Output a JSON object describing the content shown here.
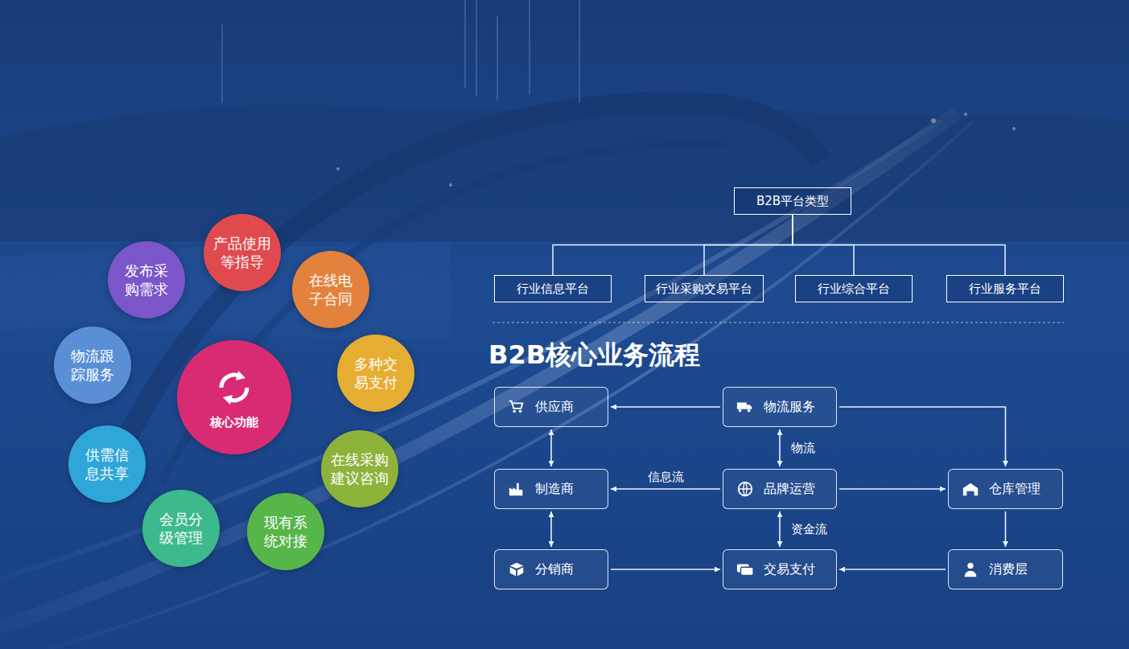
{
  "diagram": {
    "title": "B2B核心业务流程",
    "nodes": [
      {
        "text": [
          "发布采购需求"
        ]
      },
      {
        "text": [
          "产品使用等指导"
        ]
      },
      {
        "text": [
          "在线电子合同"
        ]
      },
      {
        "text": [
          "物流跟踪服务"
        ]
      },
      {
        "text": [
          "核心功能"
        ]
      },
      {
        "text": [
          "多种交易支付"
        ]
      },
      {
        "text": [
          "供需信息共享"
        ]
      },
      {
        "text": [
          "在线采购建议咨询"
        ]
      },
      {
        "text": [
          "会员分级管理"
        ]
      },
      {
        "text": [
          "现有系统对接"
        ]
      },
      {
        "text": [
          "B2B平台类型"
        ]
      },
      {
        "text": [
          "行业信息平台"
        ]
      },
      {
        "text": [
          "行业采购交易平台"
        ]
      },
      {
        "text": [
          "行业综合平台"
        ]
      },
      {
        "text": [
          "行业服务平台"
        ]
      },
      {
        "text": [
          "供应商"
        ]
      },
      {
        "text": [
          "物流服务"
        ]
      },
      {
        "text": [
          "制造商"
        ]
      },
      {
        "text": [
          "品牌运营"
        ]
      },
      {
        "text": [
          "仓库管理"
        ]
      },
      {
        "text": [
          "分销商"
        ]
      },
      {
        "text": [
          "交易支付"
        ]
      },
      {
        "text": [
          "消费层"
        ]
      }
    ],
    "edges": [
      {
        "from": 10,
        "to": 11,
        "arrow": "none"
      },
      {
        "from": 10,
        "to": 12,
        "arrow": "none"
      },
      {
        "from": 10,
        "to": 13,
        "arrow": "none"
      },
      {
        "from": 10,
        "to": 14,
        "arrow": "none"
      },
      {
        "from": 16,
        "to": 15,
        "arrow": "to"
      },
      {
        "from": 16,
        "to": 19,
        "arrow": "to"
      },
      {
        "from": 15,
        "to": 17,
        "arrow": "both"
      },
      {
        "from": 17,
        "to": 20,
        "arrow": "both"
      },
      {
        "from": 16,
        "to": 18,
        "label": "物流",
        "arrow": "both"
      },
      {
        "from": 18,
        "to": 17,
        "label": "信息流",
        "arrow": "to"
      },
      {
        "from": 18,
        "to": 19,
        "arrow": "to"
      },
      {
        "from": 18,
        "to": 21,
        "label": "资金流",
        "arrow": "both"
      },
      {
        "from": 20,
        "to": 21,
        "arrow": "to"
      },
      {
        "from": 22,
        "to": 21,
        "arrow": "to"
      },
      {
        "from": 19,
        "to": 22,
        "arrow": "to"
      }
    ]
  }
}
